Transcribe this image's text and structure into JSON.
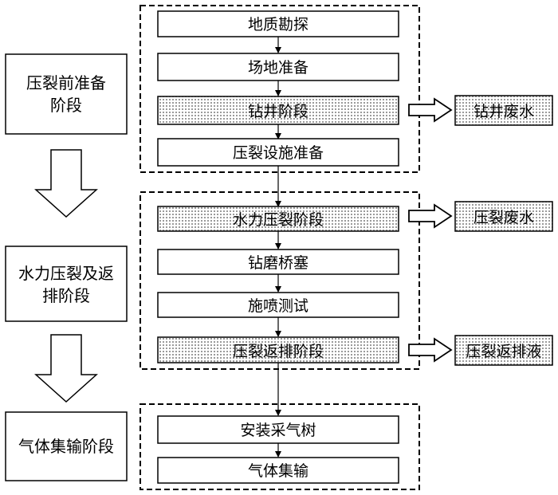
{
  "stages": [
    {
      "label_lines": [
        "压裂前准备",
        "阶段"
      ]
    },
    {
      "label_lines": [
        "水力压裂及返",
        "排阶段"
      ]
    },
    {
      "label_lines": [
        "气体集输阶段"
      ]
    }
  ],
  "groups": [
    {
      "steps": [
        {
          "label": "地质勘探",
          "hatched": false
        },
        {
          "label": "场地准备",
          "hatched": false
        },
        {
          "label": "钻井阶段",
          "hatched": true
        },
        {
          "label": "压裂设施准备",
          "hatched": false
        }
      ]
    },
    {
      "steps": [
        {
          "label": "水力压裂阶段",
          "hatched": true
        },
        {
          "label": "钻磨桥塞",
          "hatched": false
        },
        {
          "label": "施喷测试",
          "hatched": false
        },
        {
          "label": "压裂返排阶段",
          "hatched": true
        }
      ]
    },
    {
      "steps": [
        {
          "label": "安装采气树",
          "hatched": false
        },
        {
          "label": "气体集输",
          "hatched": false
        }
      ]
    }
  ],
  "outputs": [
    {
      "label": "钻井废水",
      "from": "钻井阶段"
    },
    {
      "label": "压裂废水",
      "from": "水力压裂阶段"
    },
    {
      "label": "压裂返排液",
      "from": "压裂返排阶段"
    }
  ]
}
